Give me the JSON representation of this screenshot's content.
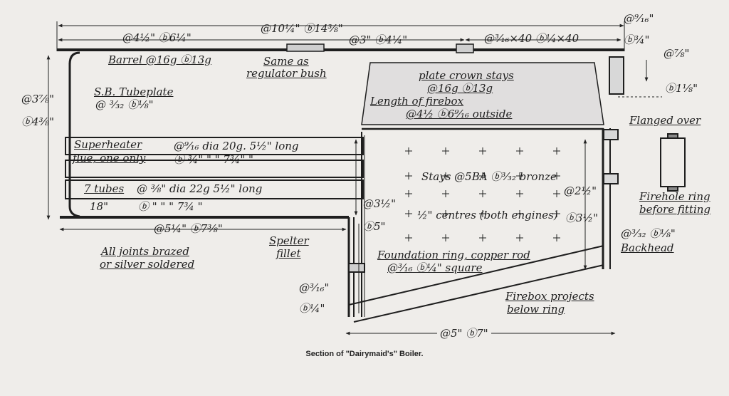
{
  "caption": "Section of \"Dairymaid's\" Boiler.",
  "labels": {
    "overall_length": "@10¼\" ⓑ14⅜\"",
    "top_right_dim": "@⁹⁄₁₆\"",
    "barrel_seg_left": "@4½\" ⓑ6¼\"",
    "barrel_seg_mid": "@3\" ⓑ4¼\"",
    "dome_bush": "@³⁄₁₆×40 ⓑ¼×40",
    "dome_side": "ⓑ¾\"",
    "side_7_8": "@⅞\"",
    "side_1_1_8": "ⓑ1⅛\"",
    "barrel": "Barrel @16g ⓑ13g",
    "same_as": "Same as",
    "regulator_bush": "regulator bush",
    "plate_crown_stays": "plate crown stays",
    "crown_gauge": "@16g ⓑ13g",
    "length_of_firebox": "Length of firebox",
    "firebox_length_val": "@4½ ⓑ6⁹⁄₁₆ outside",
    "sb_tubeplate": "S.B. Tubeplate",
    "tubeplate_gauge": "@ ³⁄₃₂ ⓑ⅛\"",
    "left_dim_a": "@3⅞\"",
    "left_dim_b": "ⓑ4⅜\"",
    "flanged_over": "Flanged over",
    "superheater": "Superheater",
    "flue_one_only": "flue, one only",
    "superheater_a": "@⁹⁄₁₆ dia 20g. 5½\" long",
    "superheater_b": "ⓑ ¾\"   \"      \"    7¾\"   \"",
    "seven_tubes": "7 tubes",
    "tubes_a": "@ ⅜\" dia  22g  5½\" long",
    "eighteen": "18\"",
    "tubes_b": "ⓑ    \"      \"       \"     7¾    \"",
    "stays": "Stays @5BA ⓑ³⁄₃₂ bronze",
    "firebox_dim_a": "@2½\"",
    "firehole_ring": "Firehole ring",
    "before_fitting": "before fitting",
    "tube_dim_a": "@3½\"",
    "centres": "½\" centres (both engines)",
    "firebox_dim_b": "ⓑ3½\"",
    "tube_dim_b": "ⓑ5\"",
    "lower_barrel": "@5¼\" ⓑ7⅜\"",
    "spelter": "Spelter",
    "fillet": "fillet",
    "backhead_thick": "@³⁄₃₂ ⓑ⅛\"",
    "backhead": "Backhead",
    "all_joints": "All joints brazed",
    "silver_soldered": "or silver soldered",
    "foundation_ring": "Foundation ring, copper rod",
    "foundation_size": "@³⁄₁₆ ⓑ¼\" square",
    "ring_dim_a": "@³⁄₁₆\"",
    "ring_dim_b": "ⓑ¼\"",
    "firebox_projects": "Firebox projects",
    "below_ring": "below ring",
    "bottom_dim": "@5\" ⓑ7\""
  }
}
